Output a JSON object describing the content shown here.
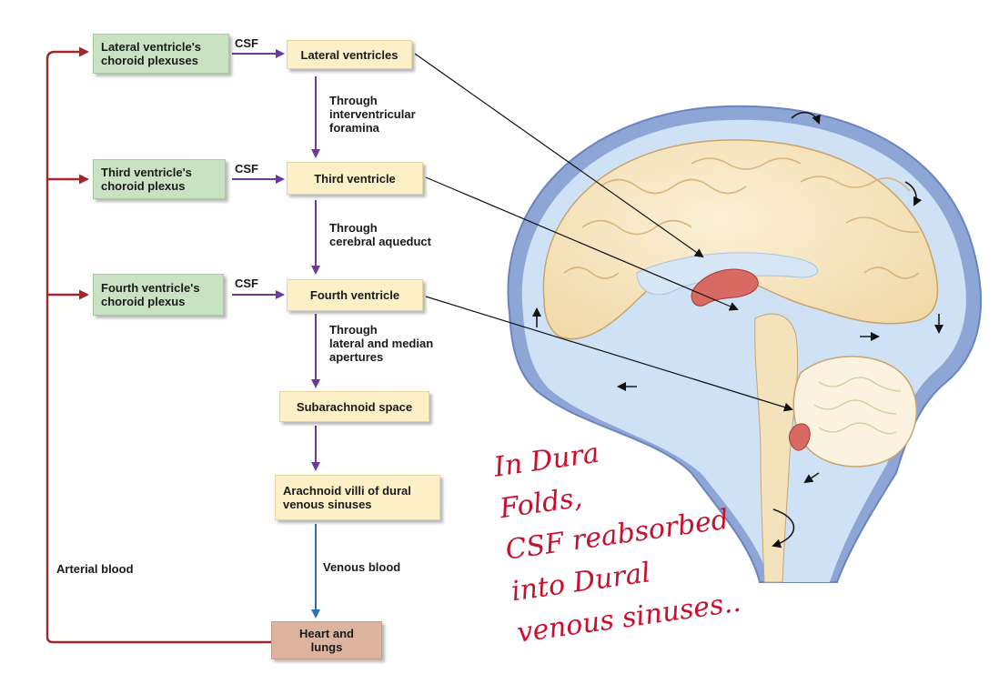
{
  "diagram": {
    "plexuses": [
      {
        "label": "Lateral ventricle's\nchoroid plexuses",
        "csf": "CSF"
      },
      {
        "label": "Third ventricle's\nchoroid plexus",
        "csf": "CSF"
      },
      {
        "label": "Fourth ventricle's\nchoroid plexus",
        "csf": "CSF"
      }
    ],
    "flow": [
      "Lateral ventricles",
      "Third ventricle",
      "Fourth ventricle",
      "Subarachnoid space",
      "Arachnoid villi of dural\nvenous sinuses",
      "Heart and\nlungs"
    ],
    "pathways": [
      "Through\ninterventricular\nforamina",
      "Through\ncerebral aqueduct",
      "Through\nlateral and median\napertures"
    ],
    "venous_label": "Venous blood",
    "arterial_label": "Arterial blood",
    "colors": {
      "plexus_box": "#c9e3c2",
      "ventricle_box": "#fdf0c7",
      "heart_box": "#dcb39f",
      "csf_arrow": "#6a3a98",
      "venous_arrow": "#2e6fb8",
      "arterial_arrow": "#a3242a",
      "handwriting": "#c8102e"
    }
  },
  "handwritten_note": "In Dura\nFolds,\nCSF reabsorbed\ninto Dural\nvenous sinuses.."
}
